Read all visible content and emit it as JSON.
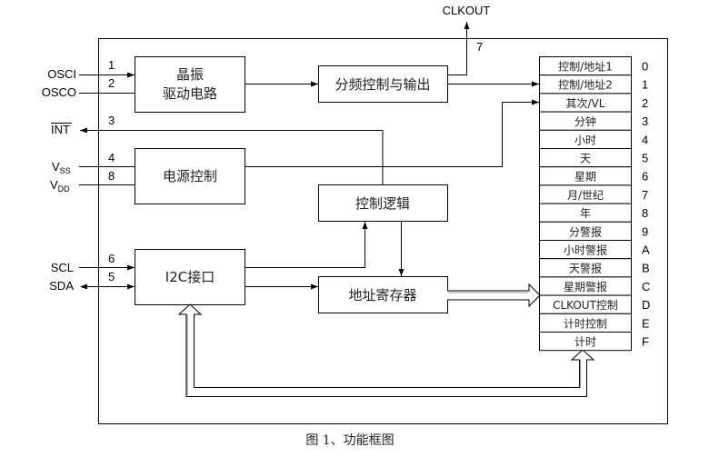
{
  "diagram": {
    "caption": "图 1、功能框图",
    "pins": {
      "osci": {
        "name": "OSCI",
        "number": "1"
      },
      "osco": {
        "name": "OSCO",
        "number": "2"
      },
      "int": {
        "name": "INT",
        "number": "3"
      },
      "vss": {
        "name": "V",
        "sub": "SS",
        "number": "4"
      },
      "vdd": {
        "name": "V",
        "sub": "DD",
        "number": "8"
      },
      "scl": {
        "name": "SCL",
        "number": "6"
      },
      "sda": {
        "name": "SDA",
        "number": "5"
      },
      "clkout": {
        "name": "CLKOUT",
        "number": "7"
      }
    },
    "blocks": {
      "oscillator_line1": "晶振",
      "oscillator_line2": "驱动电路",
      "divider": "分频控制与输出",
      "power": "电源控制",
      "control_logic": "控制逻辑",
      "i2c": "I2C接口",
      "address_register": "地址寄存器"
    },
    "registers": [
      {
        "name": "控制/地址1",
        "addr": "0"
      },
      {
        "name": "控制/地址2",
        "addr": "1"
      },
      {
        "name": "其次/VL",
        "addr": "2"
      },
      {
        "name": "分钟",
        "addr": "3"
      },
      {
        "name": "小时",
        "addr": "4"
      },
      {
        "name": "天",
        "addr": "5"
      },
      {
        "name": "星期",
        "addr": "6"
      },
      {
        "name": "月/世纪",
        "addr": "7"
      },
      {
        "name": "年",
        "addr": "8"
      },
      {
        "name": "分警报",
        "addr": "9"
      },
      {
        "name": "小时警报",
        "addr": "A"
      },
      {
        "name": "天警报",
        "addr": "B"
      },
      {
        "name": "星期警报",
        "addr": "C"
      },
      {
        "name": "CLKOUT控制",
        "addr": "D"
      },
      {
        "name": "计时控制",
        "addr": "E"
      },
      {
        "name": "计时",
        "addr": "F"
      }
    ]
  }
}
